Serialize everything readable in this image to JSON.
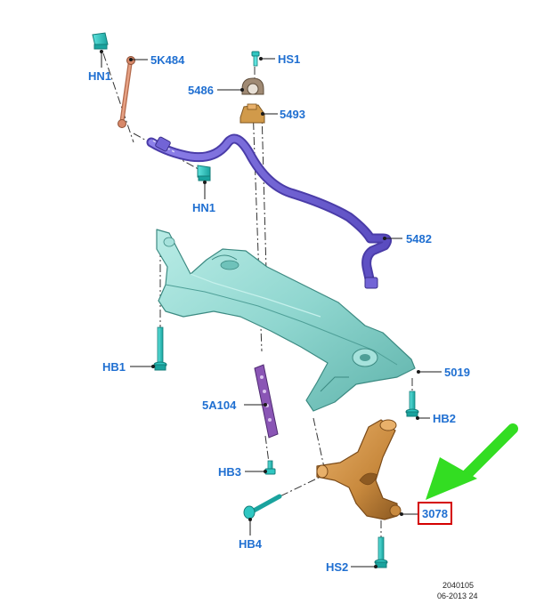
{
  "labels": {
    "hn1_top": "HN1",
    "k5484": "5K484",
    "hs1": "HS1",
    "p5486": "5486",
    "p5493": "5493",
    "hn1_mid": "HN1",
    "p5482": "5482",
    "hb1": "HB1",
    "p5019": "5019",
    "a5104": "5A104",
    "hb2": "HB2",
    "hb3": "HB3",
    "p3078": "3078",
    "hb4": "HB4",
    "hs2": "HS2"
  },
  "stamp": {
    "line1": "2040105",
    "line2": "06-2013 24"
  },
  "colors": {
    "label": "#1f6fd1",
    "highlight_box": "#d40000",
    "arrow": "#33dd22",
    "fastener": "#2fc7c2",
    "subframe": "#8fd6cf",
    "stabilizer_bar": "#7264d6",
    "link": "#d8896a",
    "control_arm": "#c98a3e",
    "bracket": "#d19a4a",
    "bushing": "#a08a74",
    "reinforcement": "#8a55b5"
  }
}
